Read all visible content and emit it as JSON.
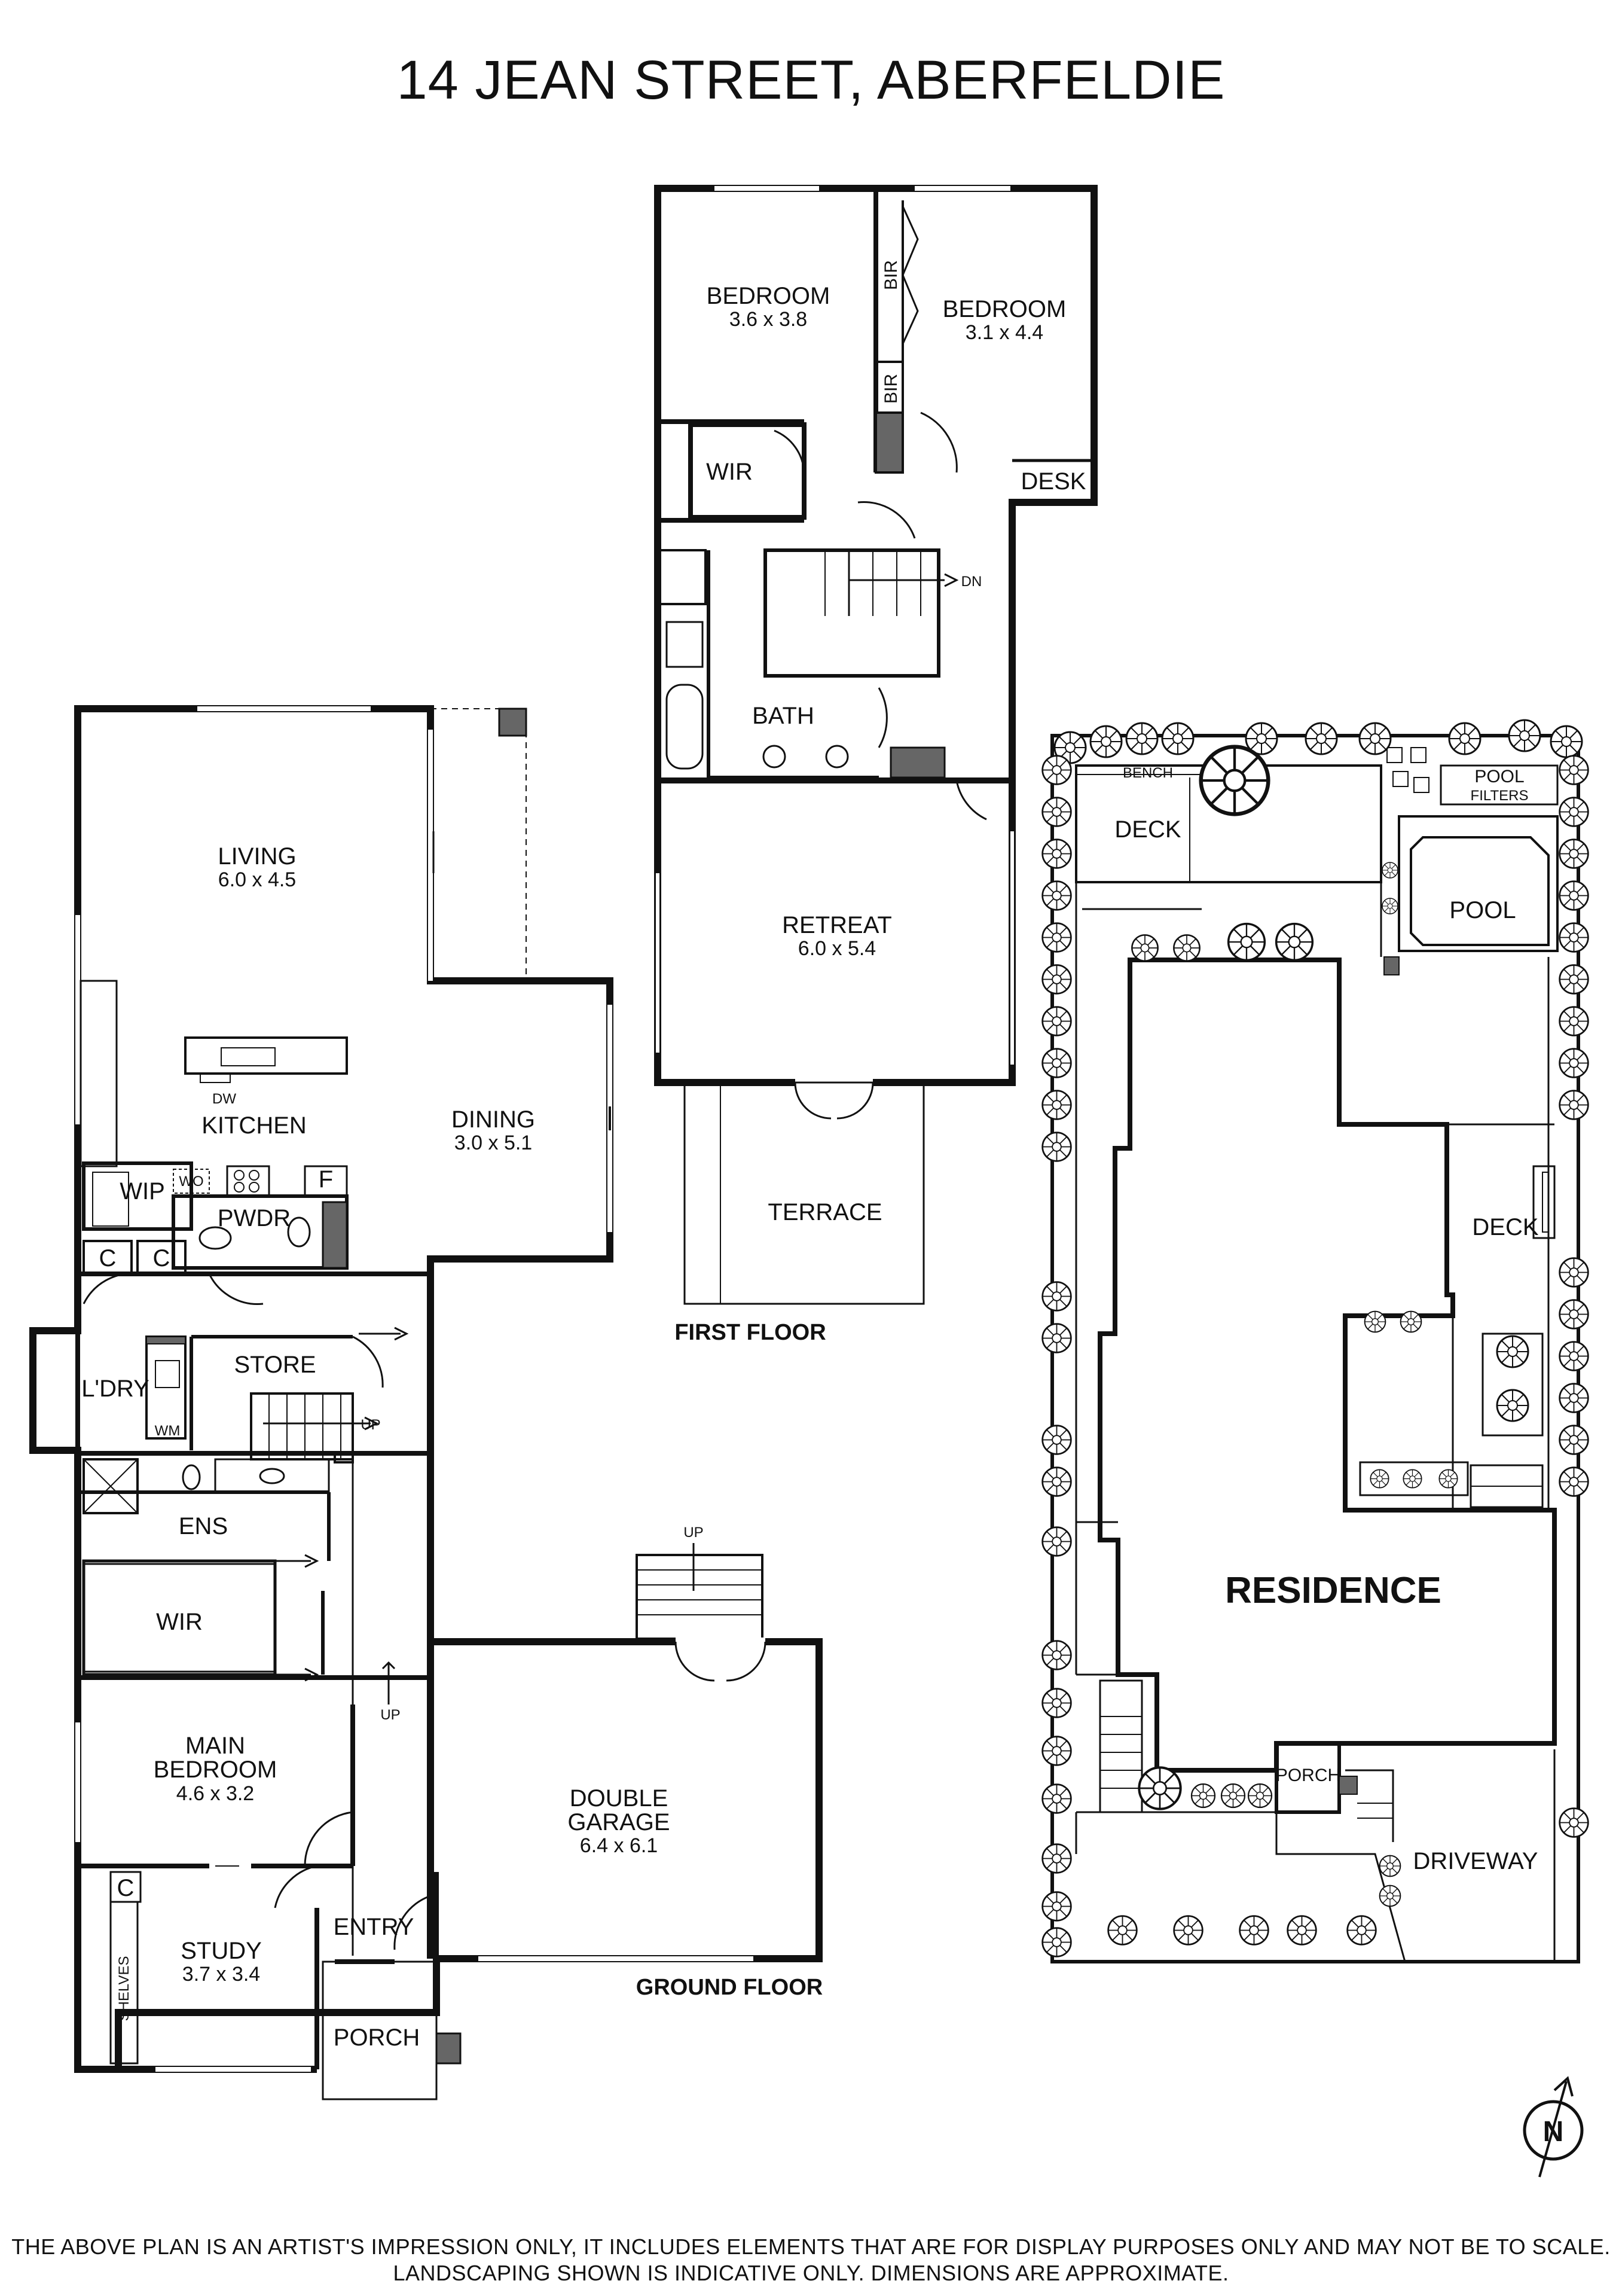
{
  "title": "14 JEAN STREET, ABERFELDIE",
  "rooms": {
    "bedroom1": {
      "name": "BEDROOM",
      "dim": "3.6 x 3.8"
    },
    "bedroom2": {
      "name": "BEDROOM",
      "dim": "3.1 x 4.4"
    },
    "bir1": "BIR",
    "bir2": "BIR",
    "wir_upper": "WIR",
    "desk": "DESK",
    "dn": "DN",
    "bath": "BATH",
    "retreat": {
      "name": "RETREAT",
      "dim": "6.0 x 5.4"
    },
    "terrace": "TERRACE",
    "living": {
      "name": "LIVING",
      "dim": "6.0 x 4.5"
    },
    "dw": "DW",
    "kitchen": "KITCHEN",
    "dining": {
      "name": "DINING",
      "dim": "3.0 x 5.1"
    },
    "wip": "WIP",
    "wo": "WO",
    "f": "F",
    "pwdr": "PWDR",
    "c1": "C",
    "c2": "C",
    "laundry": "L'DRY",
    "wm": "WM",
    "store": "STORE",
    "up1": "UP",
    "ens": "ENS",
    "wir_lower": "WIR",
    "up2": "UP",
    "main_bedroom": {
      "name1": "MAIN",
      "name2": "BEDROOM",
      "dim": "4.6 x 3.2"
    },
    "c3": "C",
    "study": {
      "name": "STUDY",
      "dim": "3.7 x 3.4"
    },
    "shelves": "SHELVES",
    "entry": "ENTRY",
    "porch": "PORCH",
    "garage": {
      "name1": "DOUBLE",
      "name2": "GARAGE",
      "dim": "6.4 x 6.1"
    },
    "up3": "UP"
  },
  "floors": {
    "first": "FIRST FLOOR",
    "ground": "GROUND FLOOR"
  },
  "site": {
    "bench": "BENCH",
    "deck1": "DECK",
    "pool_filters1": "POOL",
    "pool_filters2": "FILTERS",
    "pool": "POOL",
    "deck2": "DECK",
    "residence": "RESIDENCE",
    "porch": "PORCH",
    "driveway": "DRIVEWAY"
  },
  "compass": "N",
  "disclaimer": {
    "line1": "THE ABOVE PLAN IS AN ARTIST'S IMPRESSION ONLY, IT INCLUDES ELEMENTS THAT ARE FOR DISPLAY PURPOSES ONLY AND MAY NOT BE TO SCALE.",
    "line2": "LANDSCAPING SHOWN IS INDICATIVE ONLY. DIMENSIONS ARE APPROXIMATE."
  }
}
